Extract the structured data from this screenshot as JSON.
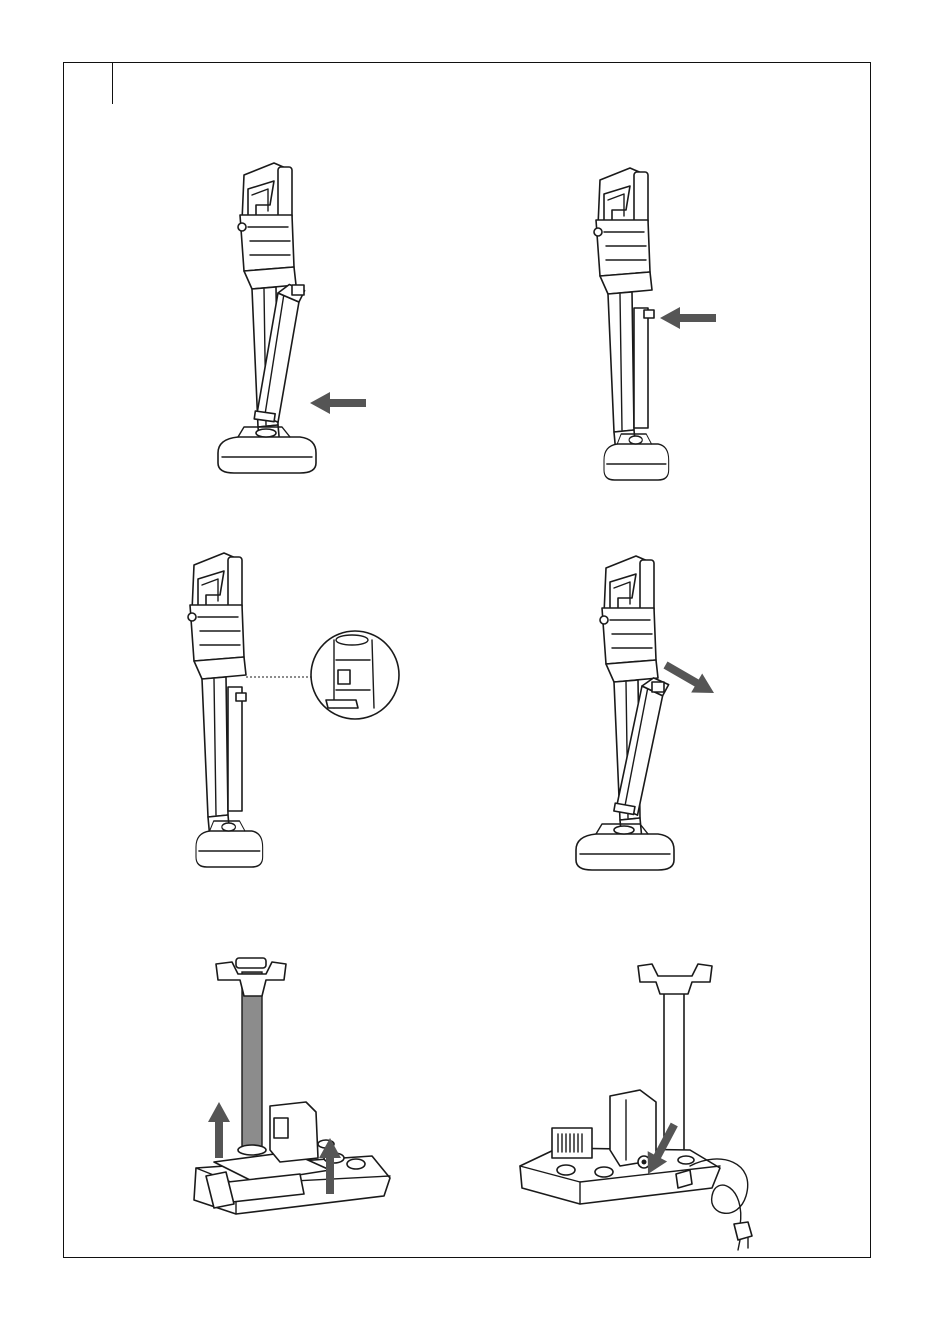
{
  "colors": {
    "line": "#1a1a1a",
    "arrow": "#555555",
    "tube": "#8c8c8c",
    "paper": "#ffffff"
  },
  "figures": [
    {
      "id": "fig-1",
      "icon": "vacuum-upright-battery-insert-icon"
    },
    {
      "id": "fig-2",
      "icon": "vacuum-upright-battery-locked-icon"
    },
    {
      "id": "fig-3",
      "icon": "vacuum-release-latch-detail-icon"
    },
    {
      "id": "fig-4",
      "icon": "vacuum-battery-remove-icon"
    },
    {
      "id": "fig-5",
      "icon": "dock-assembly-icon"
    },
    {
      "id": "fig-6",
      "icon": "dock-power-connection-icon"
    }
  ]
}
